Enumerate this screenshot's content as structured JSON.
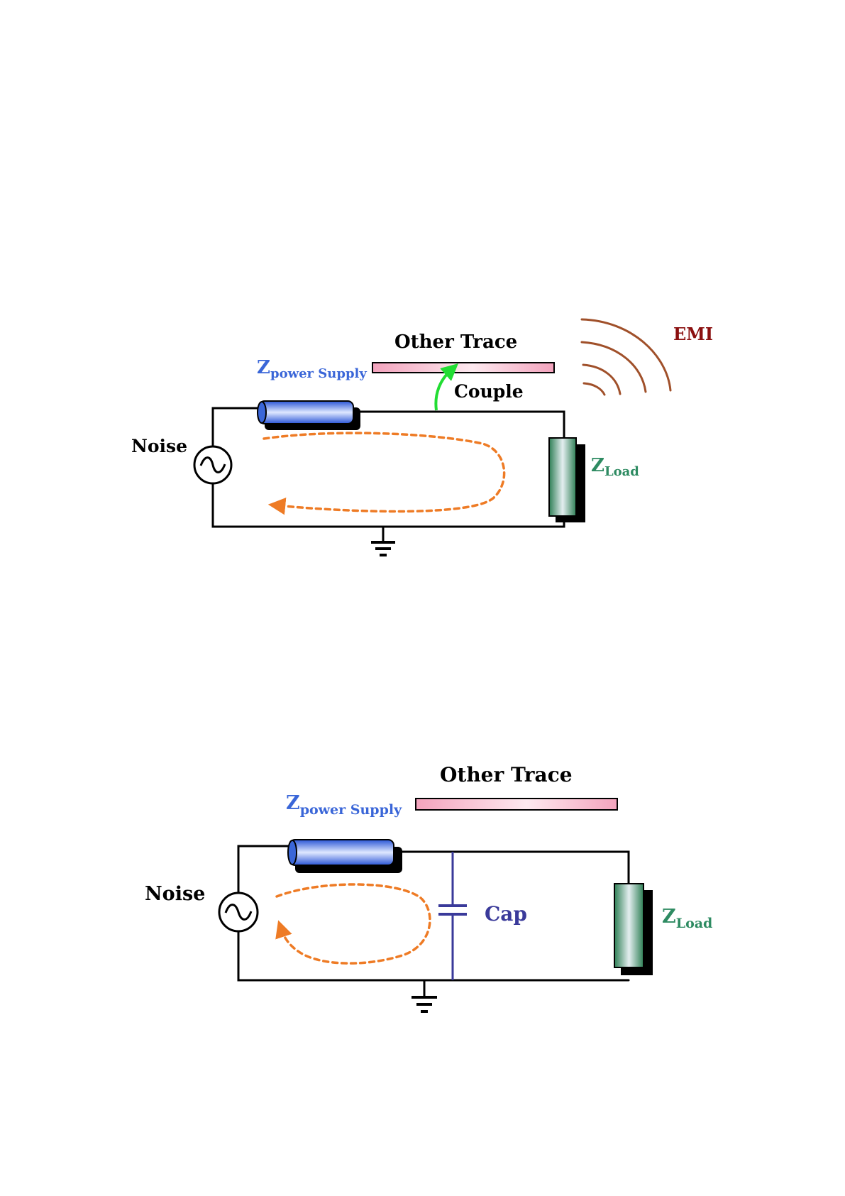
{
  "diagram_top": {
    "noise_label": "Noise",
    "other_trace_label": "Other Trace",
    "couple_label": "Couple",
    "emi_label": "EMI",
    "z_power_main": "Z",
    "z_power_sub": "power Supply",
    "z_load_main": "Z",
    "z_load_sub": "Load"
  },
  "diagram_bottom": {
    "noise_label": "Noise",
    "other_trace_label": "Other Trace",
    "cap_label": "Cap",
    "z_power_main": "Z",
    "z_power_sub": "power Supply",
    "z_load_main": "Z",
    "z_load_sub": "Load"
  },
  "colors": {
    "power_supply": "#3a66d8",
    "load": "#2e8b62",
    "trace": "#f0a8c0",
    "noise_loop": "#ee7b25",
    "couple_arrow": "#22dd33",
    "emi": "#8b1010",
    "cap": "#3a3a9a"
  },
  "icons": [
    "ac-source-icon",
    "ground-icon",
    "capacitor-icon",
    "emi-waves-icon"
  ]
}
